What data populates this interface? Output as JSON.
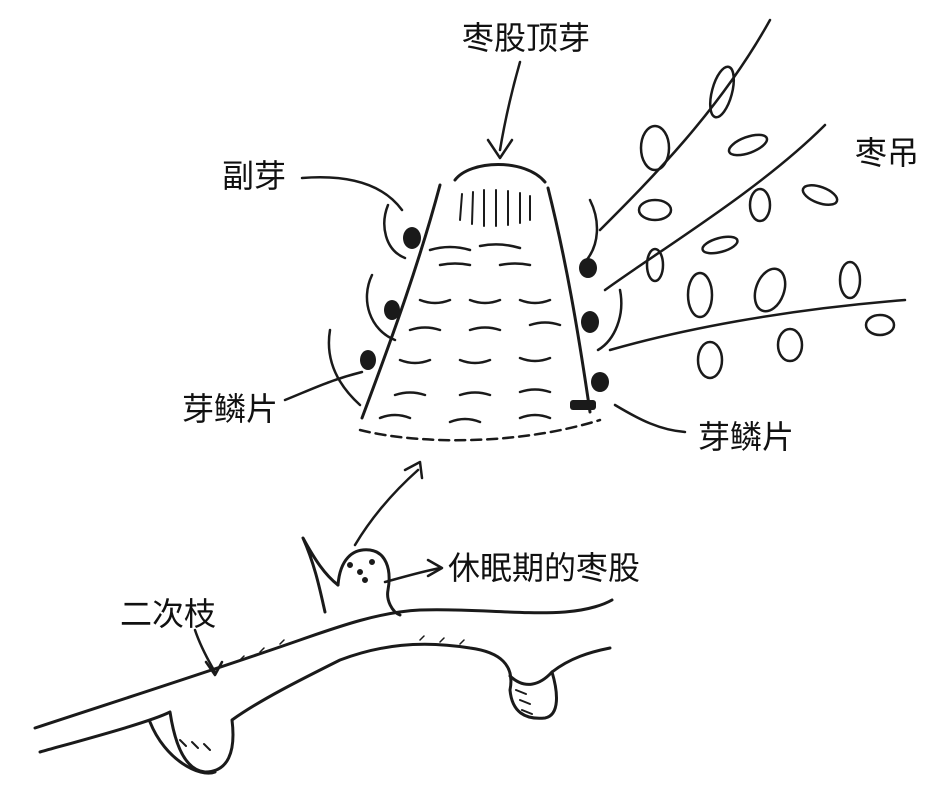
{
  "labels": {
    "terminal_bud": "枣股顶芽",
    "accessory_bud": "副芽",
    "jujube_hanger": "枣吊",
    "bud_scale_left": "芽鳞片",
    "bud_scale_right": "芽鳞片",
    "dormant_spur": "休眠期的枣股",
    "secondary_branch": "二次枝"
  },
  "colors": {
    "ink": "#1a1a1a",
    "background": "#ffffff"
  }
}
